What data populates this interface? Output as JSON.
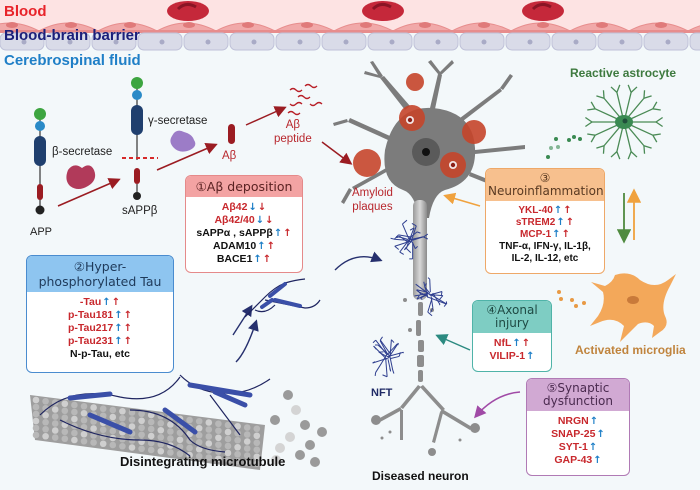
{
  "layers": {
    "blood": "Blood",
    "bbb": "Blood-brain barrier",
    "csf": "Cerebrospinal fluid"
  },
  "colors": {
    "blood": "#e8232a",
    "bbb": "#1b1f7a",
    "csf": "#1f7fc7",
    "ab_red": "#9b1c22",
    "tau_blue": "#3a4fa8",
    "astro_green": "#3e7a3f",
    "microglia_orange": "#f3a85a",
    "box1_header": "#f3a3a3",
    "box2_header": "#8ec5f0",
    "box3_header": "#f7c08e",
    "box4_header": "#7ecdc3",
    "box5_header": "#d1a9d3"
  },
  "processing": {
    "app": "APP",
    "beta_secretase": "β-secretase",
    "gamma_secretase": "γ-secretase",
    "sappb": "sAPPβ",
    "abeta": "Aβ",
    "ab_peptide": "Aβ\npeptide",
    "amyloid_plaques": "Amyloid\nplaques"
  },
  "labels": {
    "reactive_astrocyte": "Reactive astrocyte",
    "activated_microglia": "Activated microglia",
    "nft": "NFT",
    "diseased_neuron": "Diseased neuron",
    "microtubule": "Disintegrating microtubule"
  },
  "boxes": {
    "ab_deposition": {
      "title": "①Aβ deposition",
      "items": [
        {
          "text": "Aβ42",
          "color": "red",
          "arrows": [
            "dn-b",
            "dn-r"
          ]
        },
        {
          "text": "Aβ42/40",
          "color": "red",
          "arrows": [
            "dn-b",
            "dn-r"
          ]
        },
        {
          "text": "sAPPα , sAPPβ",
          "color": "blk",
          "arrows": [
            "up-b",
            "up-r"
          ]
        },
        {
          "text": "ADAM10",
          "color": "blk",
          "arrows": [
            "up-b",
            "up-r"
          ]
        },
        {
          "text": "BACE1",
          "color": "blk",
          "arrows": [
            "up-b",
            "up-r"
          ]
        }
      ]
    },
    "tau": {
      "title": "②Hyper-\nphosphorylated Tau",
      "items": [
        {
          "text": "-Tau",
          "color": "red",
          "arrows": [
            "up-b",
            "up-r"
          ]
        },
        {
          "text": "p-Tau181",
          "color": "red",
          "arrows": [
            "up-b",
            "up-r"
          ]
        },
        {
          "text": "p-Tau217",
          "color": "red",
          "arrows": [
            "up-b",
            "up-r"
          ]
        },
        {
          "text": "p-Tau231",
          "color": "red",
          "arrows": [
            "up-b",
            "up-r"
          ]
        },
        {
          "text": "N-p-Tau, etc",
          "color": "blk",
          "arrows": []
        }
      ]
    },
    "neuroinflammation": {
      "title": "③\nNeuroinflammation",
      "items": [
        {
          "text": "YKL-40",
          "color": "red",
          "arrows": [
            "up-b",
            "up-r"
          ]
        },
        {
          "text": "sTREM2",
          "color": "red",
          "arrows": [
            "up-b",
            "up-r"
          ]
        },
        {
          "text": "MCP-1",
          "color": "red",
          "arrows": [
            "up-b",
            "up-r"
          ]
        },
        {
          "text": "TNF-α, IFN-γ, IL-1β,",
          "color": "blk",
          "arrows": []
        },
        {
          "text": "IL-2, IL-12, etc",
          "color": "blk",
          "arrows": []
        }
      ]
    },
    "axonal": {
      "title": "④Axonal\ninjury",
      "items": [
        {
          "text": "NfL",
          "color": "red",
          "arrows": [
            "up-b",
            "up-r"
          ]
        },
        {
          "text": "VILIP-1",
          "color": "red",
          "arrows": [
            "up-b"
          ]
        }
      ]
    },
    "synaptic": {
      "title": "⑤Synaptic\ndysfunction",
      "items": [
        {
          "text": "NRGN",
          "color": "red",
          "arrows": [
            "up-b"
          ]
        },
        {
          "text": "SNAP-25",
          "color": "red",
          "arrows": [
            "up-b"
          ]
        },
        {
          "text": "SYT-1",
          "color": "red",
          "arrows": [
            "up-b"
          ]
        },
        {
          "text": "GAP-43",
          "color": "red",
          "arrows": [
            "up-b"
          ]
        }
      ]
    }
  },
  "legend_arrows": {
    "up": "↑",
    "down": "↓"
  }
}
